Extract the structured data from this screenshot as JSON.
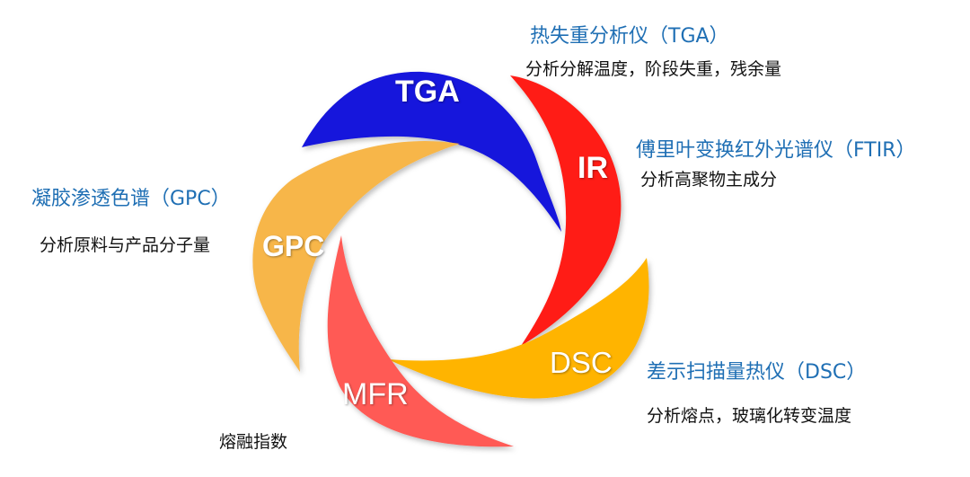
{
  "petals": [
    {
      "label": "TGA",
      "color": "#1414dc"
    },
    {
      "label": "IR",
      "color": "#ff1a12"
    },
    {
      "label": "DSC",
      "color": "#ffb400"
    },
    {
      "label": "MFR",
      "color": "#ff5a55"
    },
    {
      "label": "GPC",
      "color": "#f7b64a"
    }
  ],
  "annotations": {
    "tga_title": "热失重分析仪（TGA）",
    "tga_desc": "分析分解温度，阶段失重，残余量",
    "ftir_title": "傅里叶变换红外光谱仪（FTIR）",
    "ftir_desc": "分析高聚物主成分",
    "gpc_title": "凝胶渗透色谱（GPC）",
    "gpc_desc": "分析原料与产品分子量",
    "dsc_title": "差示扫描量热仪（DSC）",
    "dsc_desc": "分析熔点，玻璃化转变温度",
    "mfr_desc": "熔融指数"
  },
  "colors": {
    "title_blue": "#1f6fb4",
    "text_black": "#111111"
  }
}
